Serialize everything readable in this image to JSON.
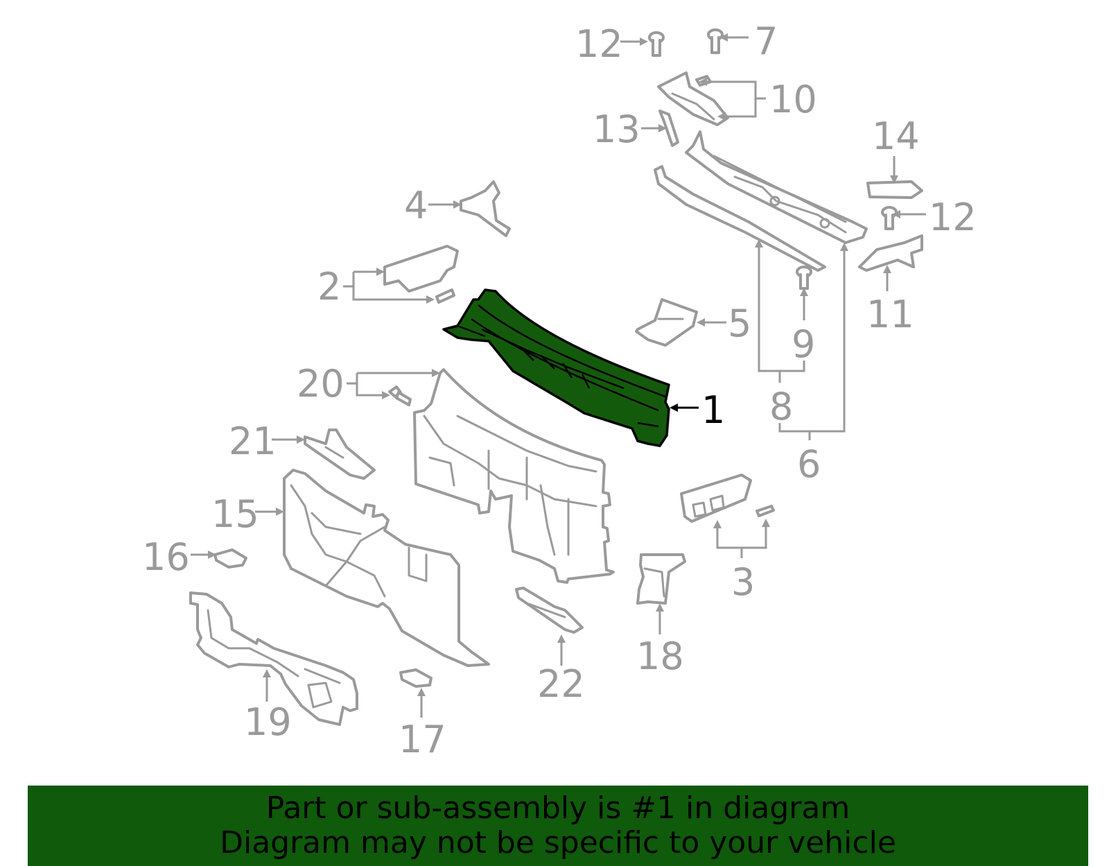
{
  "diagram": {
    "highlighted_callout": "1",
    "callouts": {
      "c1": "1",
      "c2": "2",
      "c3": "3",
      "c4": "4",
      "c5": "5",
      "c6": "6",
      "c7": "7",
      "c8": "8",
      "c9": "9",
      "c10": "10",
      "c11": "11",
      "c12a": "12",
      "c12b": "12",
      "c13": "13",
      "c14": "14",
      "c15": "15",
      "c16": "16",
      "c17": "17",
      "c18": "18",
      "c19": "19",
      "c20": "20",
      "c21": "21",
      "c22": "22"
    },
    "colors": {
      "highlight": "#145a0c",
      "outline": "#9a9a9a",
      "banner": "#0f5a0b"
    }
  },
  "banner": {
    "line1": "Part or sub-assembly is #1 in diagram",
    "line2": "Diagram may not be specific to your vehicle"
  }
}
